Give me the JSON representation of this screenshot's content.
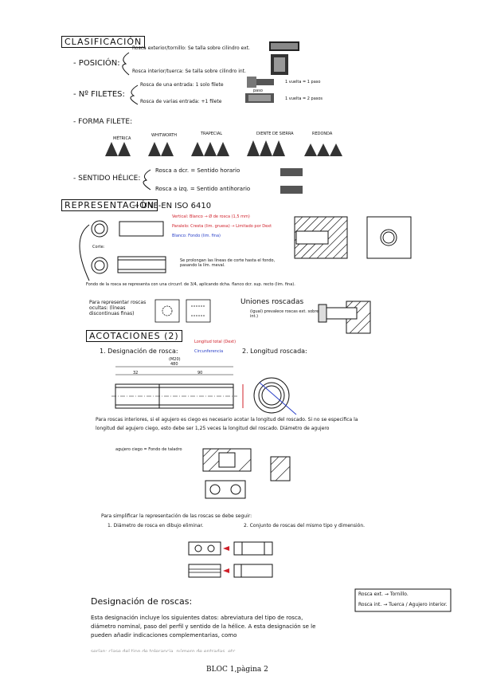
{
  "sections": {
    "clasificacion": "CLASIFICACIÓN",
    "representacion": "REPRESENTACIÓN",
    "representacion_norm": "→ UNE-EN ISO 6410",
    "acotaciones": "ACOTACIONES (2)",
    "designacion": "Designación de roscas:"
  },
  "clasificacion": {
    "posicion": "- POSICIÓN:",
    "posicion_ext": "Rosca exterior/tornillo: Se talla sobre cilindro ext.",
    "posicion_int": "Rosca interior/tuerca: Se talla sobre cilindro int.",
    "filetes": "- Nº FILETES:",
    "filetes_1": "Rosca de una entrada: 1 solo filete",
    "filetes_1_note": "1 vuelta = 1 paso",
    "filetes_2": "Rosca de varias entrada: +1 filete",
    "filetes_2_note": "1 vuelta = 2 pasos",
    "paso_label": "paso",
    "forma": "- FORMA FILETE:",
    "forma_types": [
      "MÉTRICA",
      "WHITWORTH",
      "TRAPECIAL",
      "DIENTE DE SIERRA",
      "REDONDA"
    ],
    "sentido": "- SENTIDO HÉLICE:",
    "sentido_dcha": "Rosca a dcr. = Sentido horario",
    "sentido_izq": "Rosca a izq. = Sentido antihorario"
  },
  "representacion": {
    "vertical": "Vertical: Blanco → Ø de rosca (1,5 mm)",
    "paralelo": "Paralelo: Cresta (lim. gruesa) → Limitado por Dext",
    "blanco": "Blanco: Fondo (lim. fina)",
    "corte": "Corte:",
    "prolongan": "Se prolongan las líneas de corte hasta el fondo, pasando la lím. meval.",
    "fondo": "Fondo de la rosca se representa con una circunf. de 3/4, aplicando dcha. flanco dcr. sup. recto (lim. fina).",
    "ocultas": "Para representar roscas ocultas: (líneas discontinuas finas)",
    "uniones": "Uniones roscadas",
    "uniones_sub": "(igual) prevalece roscas ext. sobre int.)"
  },
  "acotaciones": {
    "item1": "1. Designación de rosca:",
    "item1_sub": "(M20)",
    "longitud_total": "Longitud total (Dext)",
    "circunferencia": "Circunferencia",
    "item2": "2. Longitud roscada:",
    "dims": [
      "480",
      "32",
      "90"
    ],
    "para_roscas": "Para roscas interiores, si el agujero es ciego es necesario acotar la longitud del roscado. Si no se especifica la longitud del agujero ciego, esto debe ser 1,25 veces la longitud del roscado. Diámetro de agujero",
    "agujero_ciego": "agujero ciego = Fondo de taladro",
    "simplificar": "Para simplificar la representación de las roscas se debe seguir:",
    "simp1": "1. Diámetro de rosca en dibujo eliminar.",
    "simp2": "2. Conjunto de roscas del mismo tipo y dimensión."
  },
  "designacion": {
    "body": "Esta designación incluye los siguientes datos: abreviatura del tipo de rosca, diámetro nominal, paso del perfil y sentido de la hélice. A esta designación se le pueden añadir indicaciones complementarias, como",
    "cut_line": "serían: clase del tipo de tolerancia, número de entradas, etc.",
    "box_line1": "Rosca ext. → Tornillo.",
    "box_line2": "Rosca int. → Tuerca / Agujero interior."
  },
  "footer": "BLOC 1,pàgina 2"
}
